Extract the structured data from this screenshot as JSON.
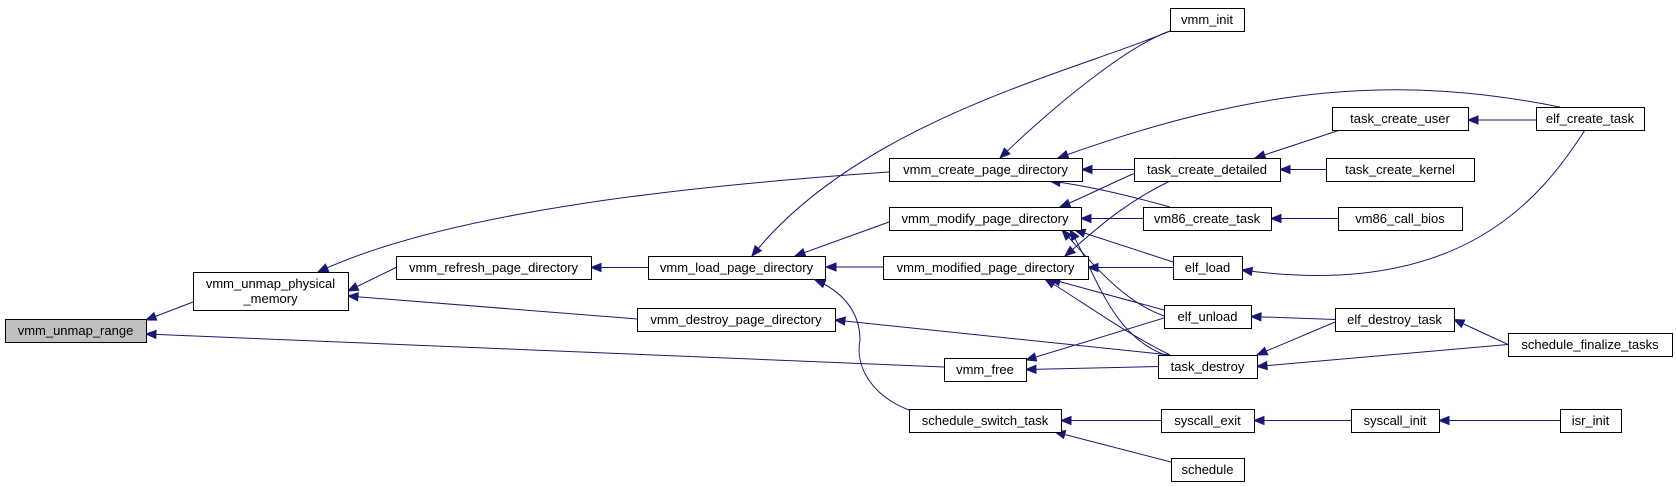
{
  "nodes": [
    {
      "id": "vmm_unmap_range",
      "lines": [
        "vmm_unmap_range"
      ],
      "root": true
    },
    {
      "id": "vmm_unmap_physical_memory",
      "lines": [
        "vmm_unmap_physical",
        "_memory"
      ]
    },
    {
      "id": "vmm_refresh_page_directory",
      "lines": [
        "vmm_refresh_page_directory"
      ]
    },
    {
      "id": "vmm_destroy_page_directory",
      "lines": [
        "vmm_destroy_page_directory"
      ]
    },
    {
      "id": "vmm_load_page_directory",
      "lines": [
        "vmm_load_page_directory"
      ]
    },
    {
      "id": "vmm_create_page_directory",
      "lines": [
        "vmm_create_page_directory"
      ]
    },
    {
      "id": "vmm_modify_page_directory",
      "lines": [
        "vmm_modify_page_directory"
      ]
    },
    {
      "id": "vmm_modified_page_directory",
      "lines": [
        "vmm_modified_page_directory"
      ]
    },
    {
      "id": "vmm_free",
      "lines": [
        "vmm_free"
      ]
    },
    {
      "id": "schedule_switch_task",
      "lines": [
        "schedule_switch_task"
      ]
    },
    {
      "id": "vmm_init",
      "lines": [
        "vmm_init"
      ]
    },
    {
      "id": "task_create_detailed",
      "lines": [
        "task_create_detailed"
      ]
    },
    {
      "id": "vm86_create_task",
      "lines": [
        "vm86_create_task"
      ]
    },
    {
      "id": "elf_load",
      "lines": [
        "elf_load"
      ]
    },
    {
      "id": "elf_unload",
      "lines": [
        "elf_unload"
      ]
    },
    {
      "id": "task_destroy",
      "lines": [
        "task_destroy"
      ]
    },
    {
      "id": "syscall_exit",
      "lines": [
        "syscall_exit"
      ]
    },
    {
      "id": "schedule",
      "lines": [
        "schedule"
      ]
    },
    {
      "id": "task_create_user",
      "lines": [
        "task_create_user"
      ]
    },
    {
      "id": "task_create_kernel",
      "lines": [
        "task_create_kernel"
      ]
    },
    {
      "id": "vm86_call_bios",
      "lines": [
        "vm86_call_bios"
      ]
    },
    {
      "id": "elf_destroy_task",
      "lines": [
        "elf_destroy_task"
      ]
    },
    {
      "id": "syscall_init",
      "lines": [
        "syscall_init"
      ]
    },
    {
      "id": "elf_create_task",
      "lines": [
        "elf_create_task"
      ]
    },
    {
      "id": "schedule_finalize_tasks",
      "lines": [
        "schedule_finalize_tasks"
      ]
    },
    {
      "id": "isr_init",
      "lines": [
        "isr_init"
      ]
    }
  ],
  "edges": [
    {
      "from": "vmm_unmap_physical_memory",
      "to": "vmm_unmap_range"
    },
    {
      "from": "vmm_free",
      "to": "vmm_unmap_range"
    },
    {
      "from": "vmm_refresh_page_directory",
      "to": "vmm_unmap_physical_memory"
    },
    {
      "from": "vmm_destroy_page_directory",
      "to": "vmm_unmap_physical_memory"
    },
    {
      "from": "vmm_create_page_directory",
      "to": "vmm_unmap_physical_memory"
    },
    {
      "from": "vmm_load_page_directory",
      "to": "vmm_refresh_page_directory"
    },
    {
      "from": "vmm_init",
      "to": "vmm_load_page_directory"
    },
    {
      "from": "vmm_modify_page_directory",
      "to": "vmm_load_page_directory"
    },
    {
      "from": "vmm_modified_page_directory",
      "to": "vmm_load_page_directory"
    },
    {
      "from": "schedule_switch_task",
      "to": "vmm_load_page_directory"
    },
    {
      "from": "task_destroy",
      "to": "vmm_destroy_page_directory"
    },
    {
      "from": "vmm_init",
      "to": "vmm_create_page_directory"
    },
    {
      "from": "task_create_detailed",
      "to": "vmm_create_page_directory"
    },
    {
      "from": "vm86_create_task",
      "to": "vmm_create_page_directory"
    },
    {
      "from": "elf_create_task",
      "to": "vmm_create_page_directory"
    },
    {
      "from": "task_create_detailed",
      "to": "vmm_modify_page_directory"
    },
    {
      "from": "vm86_create_task",
      "to": "vmm_modify_page_directory"
    },
    {
      "from": "elf_load",
      "to": "vmm_modify_page_directory"
    },
    {
      "from": "elf_unload",
      "to": "vmm_modify_page_directory"
    },
    {
      "from": "task_destroy",
      "to": "vmm_modify_page_directory"
    },
    {
      "from": "task_create_detailed",
      "to": "vmm_modified_page_directory"
    },
    {
      "from": "elf_load",
      "to": "vmm_modified_page_directory"
    },
    {
      "from": "elf_unload",
      "to": "vmm_modified_page_directory"
    },
    {
      "from": "task_destroy",
      "to": "vmm_modified_page_directory"
    },
    {
      "from": "elf_unload",
      "to": "vmm_free"
    },
    {
      "from": "task_destroy",
      "to": "vmm_free"
    },
    {
      "from": "syscall_exit",
      "to": "schedule_switch_task"
    },
    {
      "from": "schedule",
      "to": "schedule_switch_task"
    },
    {
      "from": "task_create_user",
      "to": "task_create_detailed"
    },
    {
      "from": "task_create_kernel",
      "to": "task_create_detailed"
    },
    {
      "from": "vm86_call_bios",
      "to": "vm86_create_task"
    },
    {
      "from": "elf_create_task",
      "to": "elf_load"
    },
    {
      "from": "elf_destroy_task",
      "to": "elf_unload"
    },
    {
      "from": "elf_destroy_task",
      "to": "task_destroy"
    },
    {
      "from": "schedule_finalize_tasks",
      "to": "task_destroy"
    },
    {
      "from": "syscall_init",
      "to": "syscall_exit"
    },
    {
      "from": "elf_create_task",
      "to": "task_create_user"
    },
    {
      "from": "schedule_finalize_tasks",
      "to": "elf_destroy_task"
    },
    {
      "from": "isr_init",
      "to": "syscall_init"
    }
  ],
  "colors": {
    "edge": "#191970",
    "node_border": "#000000",
    "node_fill": "#ffffff",
    "root_fill": "#bfbfbf"
  }
}
